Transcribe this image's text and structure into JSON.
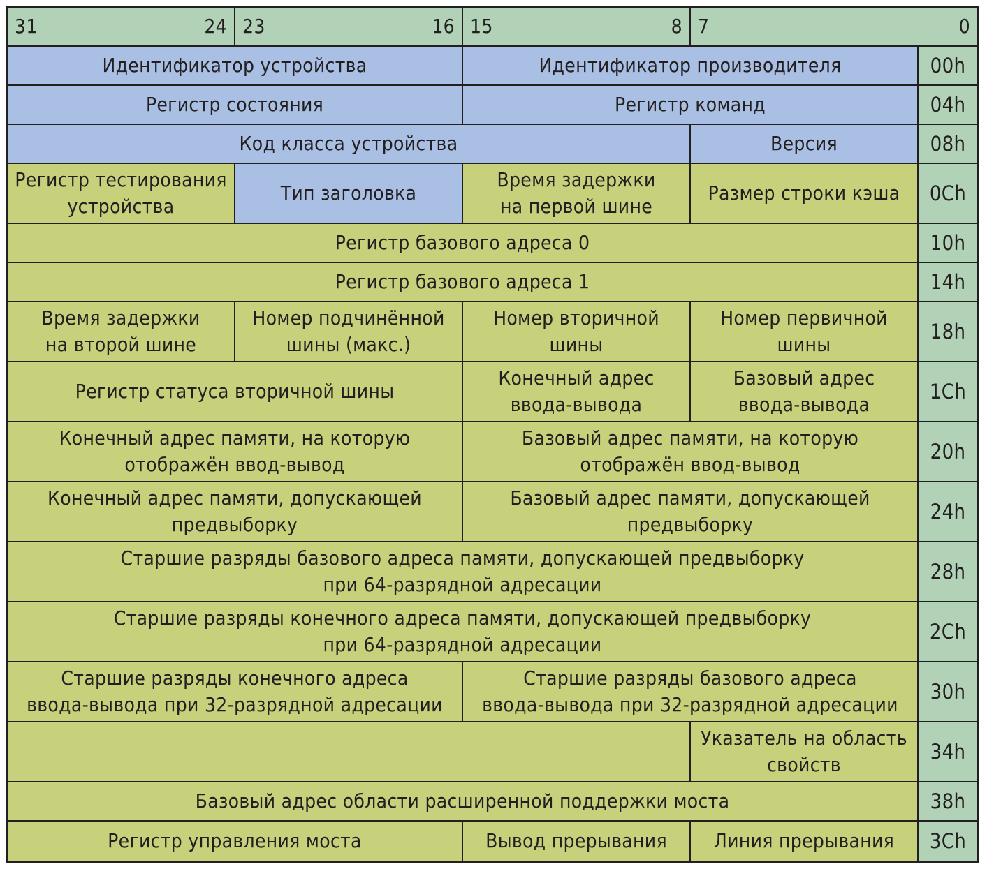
{
  "bit_header": [
    {
      "left": "31",
      "right": "24"
    },
    {
      "left": "23",
      "right": "16"
    },
    {
      "left": "15",
      "right": "8"
    },
    {
      "left": "7",
      "right": "0"
    }
  ],
  "offsets": [
    "00h",
    "04h",
    "08h",
    "0Ch",
    "10h",
    "14h",
    "18h",
    "1Ch",
    "20h",
    "24h",
    "28h",
    "2Ch",
    "30h",
    "34h",
    "38h",
    "3Ch"
  ],
  "fields": {
    "device_id": "Идентификатор устройства",
    "vendor_id": "Идентификатор производителя",
    "status_reg": "Регистр состояния",
    "command_reg": "Регистр команд",
    "class_code": "Код класса устройства",
    "revision": "Версия",
    "bist": "Регистр тестирования\nустройства",
    "header_type": "Тип заголовка",
    "primary_latency": "Время задержки\nна первой шине",
    "cache_line": "Размер строки кэша",
    "bar0": "Регистр базового адреса 0",
    "bar1": "Регистр базового адреса 1",
    "secondary_latency": "Время задержки\nна второй шине",
    "subordinate_bus": "Номер подчинённой\nшины (макс.)",
    "secondary_bus": "Номер вторичной\nшины",
    "primary_bus": "Номер первичной\nшины",
    "secondary_status": "Регистр статуса вторичной шины",
    "io_limit": "Конечный адрес\nввода-вывода",
    "io_base": "Базовый адрес\nввода-вывода",
    "mem_limit": "Конечный адрес памяти, на которую\nотображён ввод-вывод",
    "mem_base": "Базовый адрес памяти, на которую\nотображён ввод-вывод",
    "pref_limit": "Конечный адрес памяти, допускающей\nпредвыборку",
    "pref_base": "Базовый адрес памяти, допускающей\nпредвыборку",
    "pref_base_upper": "Старшие разряды базового адреса памяти, допускающей предвыборку\nпри 64-разрядной адресации",
    "pref_limit_upper": "Старшие разряды конечного адреса памяти, допускающей предвыборку\nпри 64-разрядной адресации",
    "io_limit_upper": "Старшие разряды конечного адреса\nввода-вывода при 32-разрядной адресации",
    "io_base_upper": "Старшие разряды базового адреса\nввода-вывода при 32-разрядной адресации",
    "reserved_34": "",
    "cap_pointer": "Указатель на область\nсвойств",
    "expansion_rom": "Базовый адрес области расширенной поддержки моста",
    "bridge_control": "Регистр управления моста",
    "interrupt_pin": "Вывод прерывания",
    "interrupt_line": "Линия прерывания"
  },
  "colors": {
    "header_blue": "#a9bfe3",
    "field_olive": "#c7d17c",
    "bits_mint": "#b1d2b7",
    "border": "#231f20"
  }
}
